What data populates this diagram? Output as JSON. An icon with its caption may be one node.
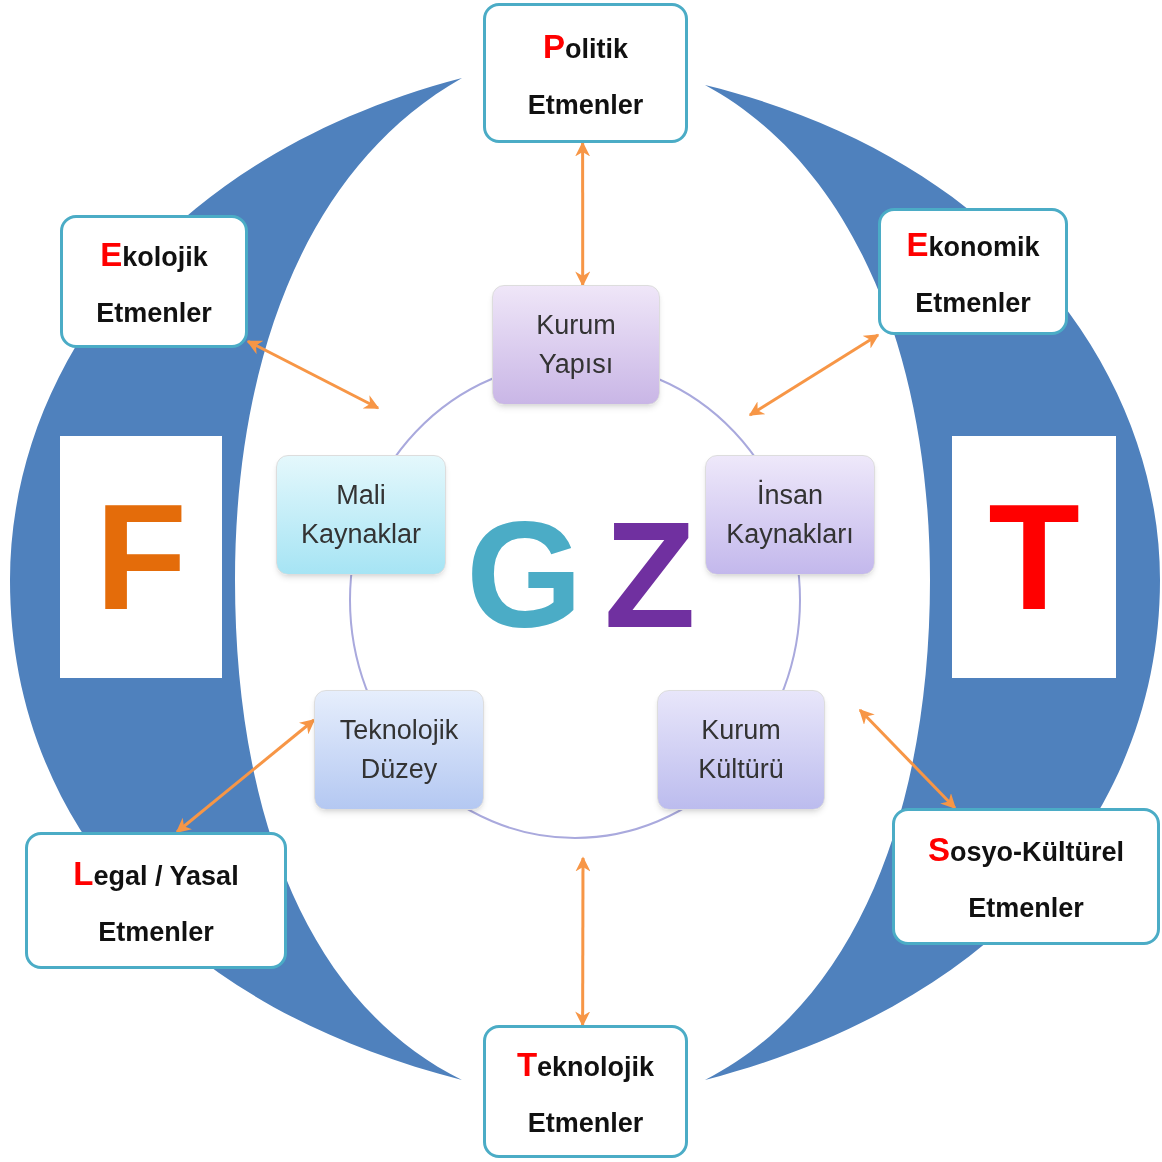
{
  "diagram": {
    "nodes": [
      {
        "text": [
          "Politik Etmenler"
        ]
      },
      {
        "text": [
          "Ekolojik Etmenler"
        ]
      },
      {
        "text": [
          "Ekonomik Etmenler"
        ]
      },
      {
        "text": [
          "Kurum Yapısı"
        ]
      },
      {
        "text": [
          "Mali Kaynaklar"
        ]
      },
      {
        "text": [
          "İnsan Kaynakları"
        ]
      },
      {
        "text": [
          "Teknolojik Düzey"
        ]
      },
      {
        "text": [
          "Kurum Kültürü"
        ]
      },
      {
        "text": [
          "F"
        ]
      },
      {
        "text": [
          "T"
        ]
      },
      {
        "text": [
          "Legal / Yasal Etmenler"
        ]
      },
      {
        "text": [
          "Sosyo-Kültürel Etmenler"
        ]
      },
      {
        "text": [
          "Teknolojik Etmenler"
        ]
      }
    ],
    "edges": [
      {
        "from": 0,
        "to": 3,
        "arrow": "both"
      },
      {
        "from": 1,
        "to": null,
        "arrow": "both"
      },
      {
        "from": 2,
        "to": null,
        "arrow": "both"
      },
      {
        "from": 10,
        "to": 6,
        "arrow": "both"
      },
      {
        "from": 11,
        "to": null,
        "arrow": "both"
      },
      {
        "from": 12,
        "to": null,
        "arrow": "both"
      }
    ],
    "labels": [
      "G",
      "Z"
    ]
  }
}
